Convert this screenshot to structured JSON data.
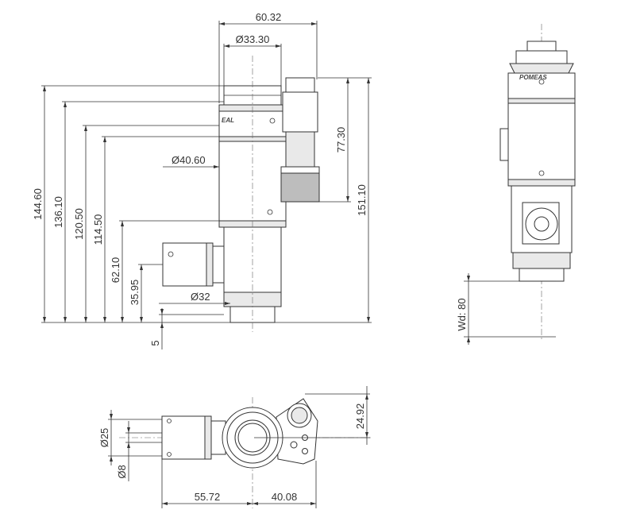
{
  "front_view": {
    "dims": {
      "width_top": "60.32",
      "dia_eyepiece": "Ø33.30",
      "dia_body": "Ø40.60",
      "dia_bottom": "Ø32",
      "h_side_port": "77.30",
      "h_total": "151.10",
      "h1": "144.60",
      "h2": "136.10",
      "h3": "120.50",
      "h4": "114.50",
      "h5": "62.10",
      "h6": "35.95",
      "h7": "5"
    },
    "logo": "EAL"
  },
  "side_view": {
    "logo": "POMEAS",
    "wd": "Wd: 80"
  },
  "top_view": {
    "dims": {
      "d_port": "Ø25",
      "d_small": "Ø8",
      "l_left": "55.72",
      "l_right": "40.08",
      "h_right": "24.92"
    }
  }
}
